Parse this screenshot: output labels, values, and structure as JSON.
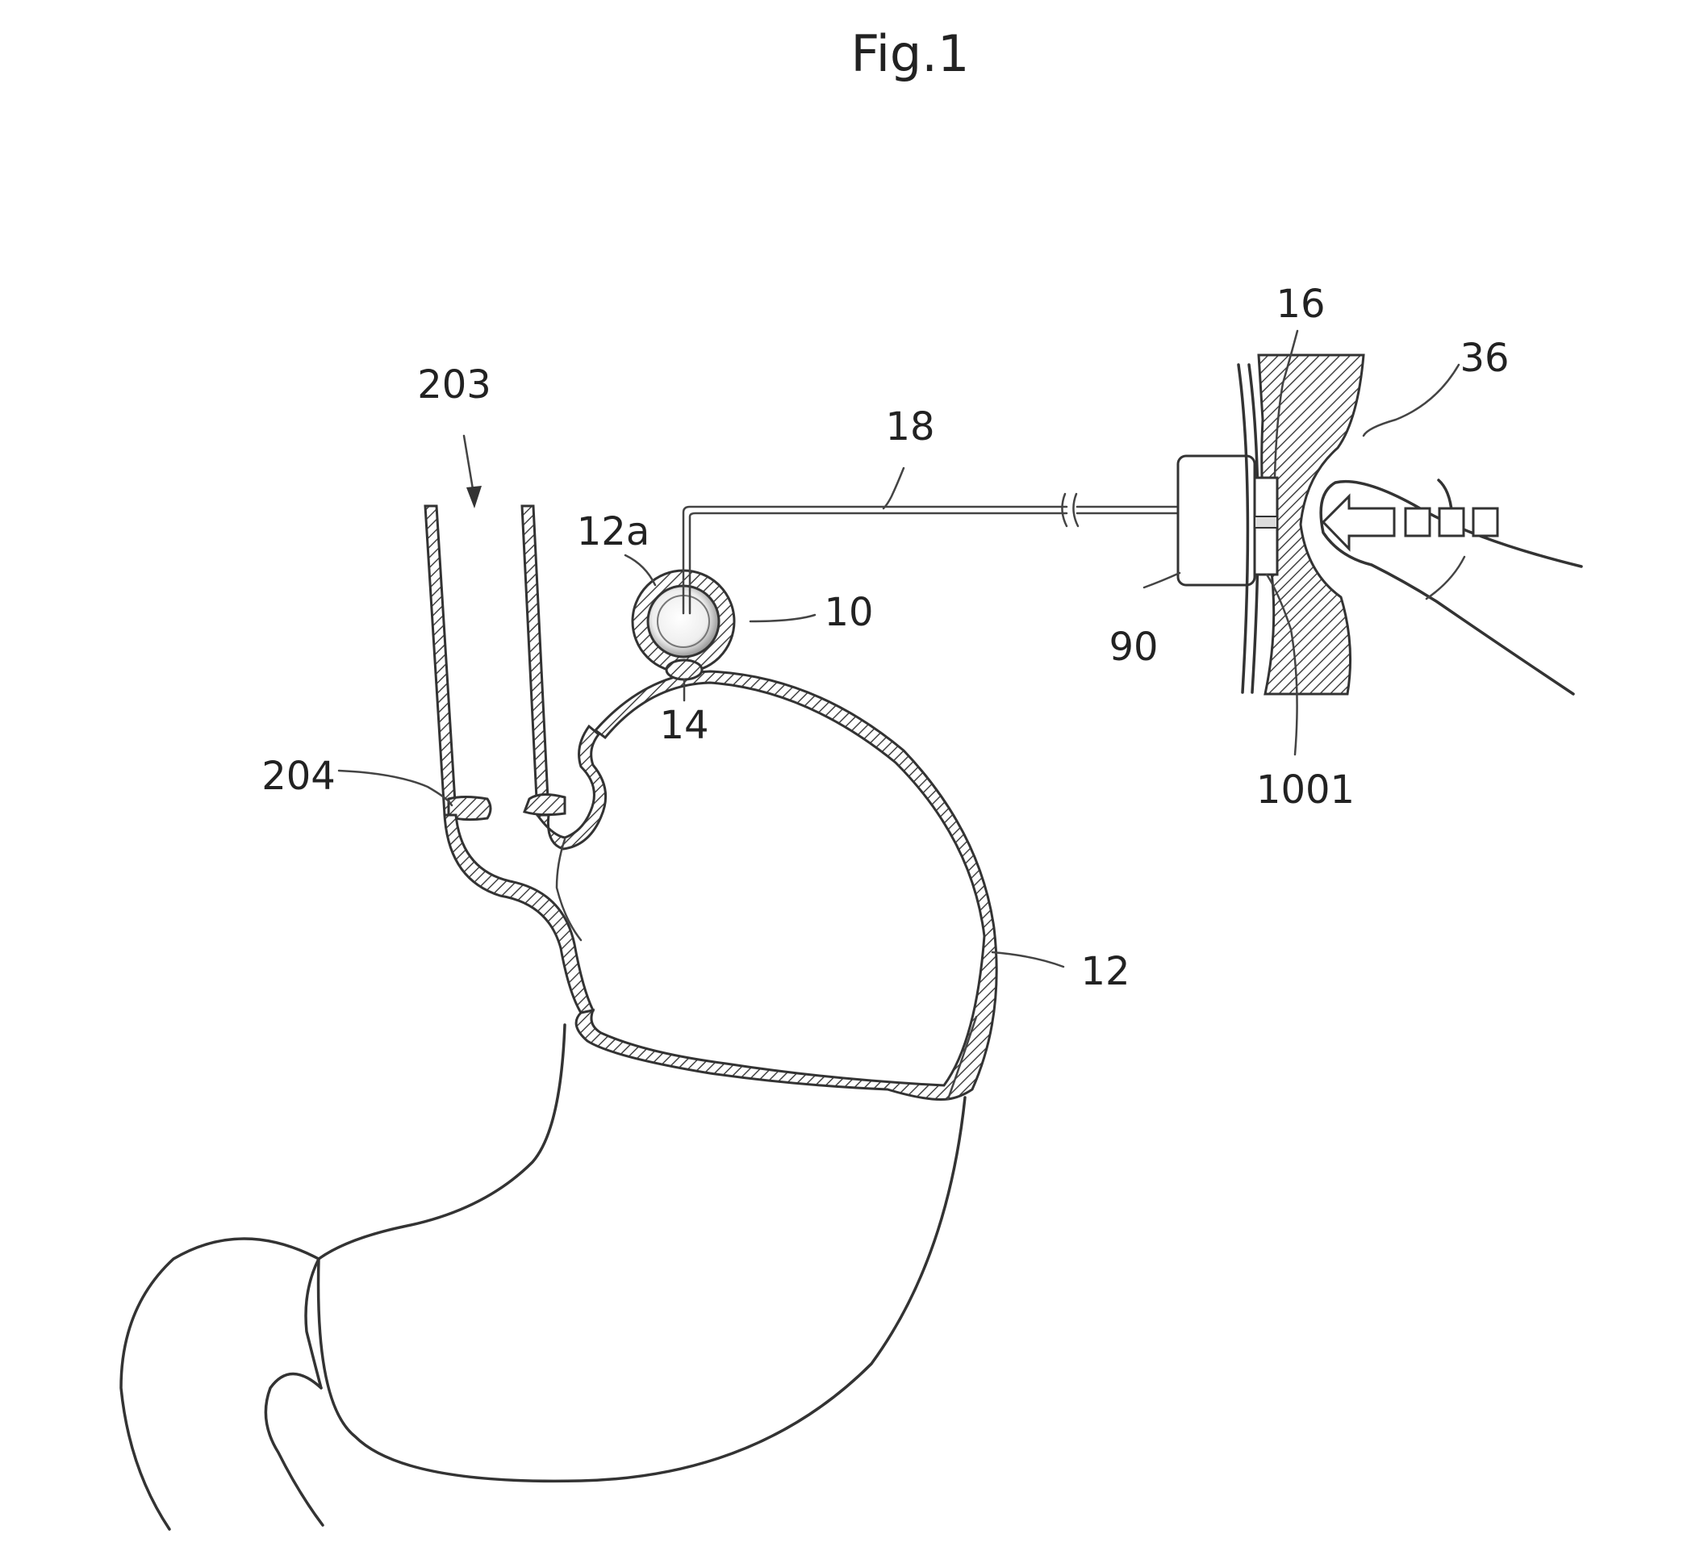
{
  "figure": {
    "title": "Fig.1",
    "labels": {
      "l203": "203",
      "l204": "204",
      "l18": "18",
      "l12a": "12a",
      "l10": "10",
      "l14": "14",
      "l12": "12",
      "l16": "16",
      "l36": "36",
      "l90": "90",
      "l1001": "1001"
    }
  }
}
